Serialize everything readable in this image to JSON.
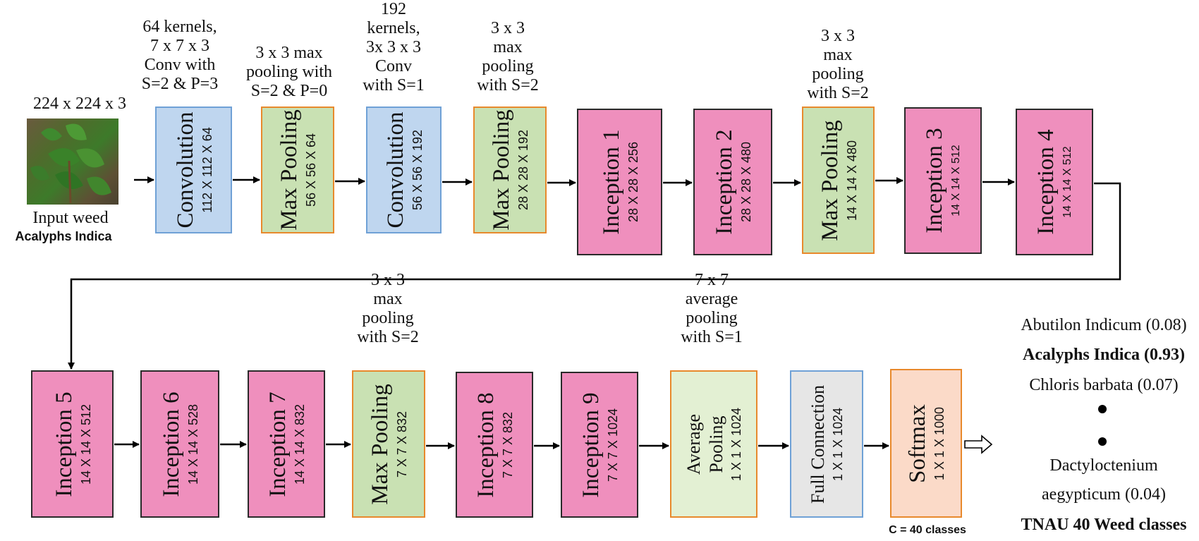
{
  "input": {
    "dims": "224 x 224 x 3",
    "caption_line1": "Input weed",
    "caption_line2": "Acalyphs Indica"
  },
  "annotations": {
    "conv1": [
      "64 kernels,",
      "7 x 7 x 3",
      "Conv with",
      "S=2 & P=3"
    ],
    "pool1": [
      "3 x 3 max",
      "pooling with",
      "S=2 & P=0"
    ],
    "conv2": [
      "192",
      "kernels,",
      "3x 3 x 3",
      "Conv",
      "with S=1"
    ],
    "pool2": [
      "3 x 3",
      "max",
      "pooling",
      "with S=2"
    ],
    "pool3": [
      "3 x 3",
      "max",
      "pooling",
      "with S=2"
    ],
    "pool4": [
      "3 x 3",
      "max",
      "pooling",
      "with S=2"
    ],
    "avgpool": [
      "7 x 7",
      "average",
      "pooling",
      "with S=1"
    ]
  },
  "blocks": [
    {
      "id": "conv1",
      "title": [
        "Convolution"
      ],
      "dims": "112 X 112 X 64",
      "color": "blue"
    },
    {
      "id": "pool1",
      "title": [
        "Max Pooling"
      ],
      "dims": "56 X 56 X 64",
      "color": "green"
    },
    {
      "id": "conv2",
      "title": [
        "Convolution"
      ],
      "dims": "56 X 56 X 192",
      "color": "blue"
    },
    {
      "id": "pool2",
      "title": [
        "Max Pooling"
      ],
      "dims": "28 X 28 X 192",
      "color": "green"
    },
    {
      "id": "inc1",
      "title": [
        "Inception 1"
      ],
      "dims": "28 X 28 X 256",
      "color": "pink"
    },
    {
      "id": "inc2",
      "title": [
        "Inception 2"
      ],
      "dims": "28 X 28 X 480",
      "color": "pink"
    },
    {
      "id": "pool3",
      "title": [
        "Max Pooling"
      ],
      "dims": "14 X 14 X 480",
      "color": "green"
    },
    {
      "id": "inc3",
      "title": [
        "Inception 3"
      ],
      "dims": "14 X 14 X 512",
      "color": "pink"
    },
    {
      "id": "inc4",
      "title": [
        "Inception 4"
      ],
      "dims": "14 X 14 X 512",
      "color": "pink"
    },
    {
      "id": "inc5",
      "title": [
        "Inception 5"
      ],
      "dims": "14 X 14 X 512",
      "color": "pink"
    },
    {
      "id": "inc6",
      "title": [
        "Inception 6"
      ],
      "dims": "14 X 14 X 528",
      "color": "pink"
    },
    {
      "id": "inc7",
      "title": [
        "Inception 7"
      ],
      "dims": "14 X 14 X 832",
      "color": "pink"
    },
    {
      "id": "pool4",
      "title": [
        "Max Pooling"
      ],
      "dims": "7 X 7 X 832",
      "color": "green"
    },
    {
      "id": "inc8",
      "title": [
        "Inception 8"
      ],
      "dims": "7 X 7 X 832",
      "color": "pink"
    },
    {
      "id": "inc9",
      "title": [
        "Inception 9"
      ],
      "dims": "7 X 7 X 1024",
      "color": "pink"
    },
    {
      "id": "avgpool",
      "title": [
        "Average",
        "Pooling"
      ],
      "dims": "1 X 1 X 1024",
      "color": "lgreen"
    },
    {
      "id": "fc",
      "title": [
        "Full Connection"
      ],
      "dims": "1 X 1 X 1024",
      "color": "grey"
    },
    {
      "id": "softmax",
      "title": [
        "Softmax"
      ],
      "dims": "1 X 1 X 1000",
      "color": "peach"
    }
  ],
  "classes_note": "C = 40 classes",
  "outputs": [
    {
      "text": "Abutilon Indicum (0.08)",
      "bold": false
    },
    {
      "text": "Acalyphs Indica (0.93)",
      "bold": true
    },
    {
      "text": "Chloris barbata (0.07)",
      "bold": false
    },
    {
      "text": "Dactyloctenium",
      "bold": false
    },
    {
      "text": "aegypticum (0.04)",
      "bold": false
    },
    {
      "text": "TNAU 40 Weed classes",
      "bold": true
    }
  ],
  "colors": {
    "pink": "#ef8fbd",
    "blue": "#bfd6ef",
    "green": "#c9e1b3",
    "light_green": "#e3f0d3",
    "grey": "#e6e6e6",
    "peach": "#fbdac8",
    "orange_border": "#e8892c",
    "blue_border": "#6fa1d6"
  }
}
